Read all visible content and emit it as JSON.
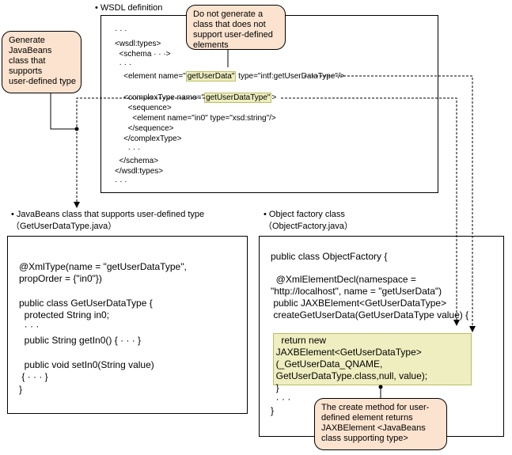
{
  "wsdl": {
    "heading": "• WSDL definition",
    "lines": [
      "· · ·",
      "<wsdl:types>",
      "  <schema · · ·>",
      "  · · ·",
      "    <element name=\"",
      "getUserData\"",
      " type=\"intf:getUserDataType\"/>",
      "",
      "    <complexType name=\"",
      "getUserDataType\"",
      ">",
      "      <sequence>",
      "        <element name=\"in0\" type=\"xsd:string\"/>",
      "      </sequence>",
      "    </complexType>",
      "      · · ·",
      "  </schema>",
      "</wsdl:types>",
      "· · ·"
    ]
  },
  "callouts": {
    "javabeans": [
      "Generate",
      "JavaBeans",
      "class that",
      "supports",
      "user-defined type"
    ],
    "no_generate": [
      "Do not generate a",
      "class that does not",
      "support user-defined",
      "elements"
    ],
    "create_method": [
      "The create method for user-",
      "defined element returns",
      "JAXBElement <JavaBeans",
      "class supporting type>"
    ]
  },
  "javabean": {
    "heading": "• JavaBeans class that supports user-defined type",
    "subheading": "（GetUserDataType.java）",
    "lines": [
      "@XmlType(name = \"getUserDataType\",",
      "propOrder = {\"in0\"})",
      "",
      "public class GetUserDataType {",
      "  protected String in0;",
      "  · · ·",
      "  public String getIn0() { · · · }",
      "",
      "  public void setIn0(String value)",
      " { · · · }",
      "}"
    ]
  },
  "factory": {
    "heading": "• Object factory class",
    "subheading": "（ObjectFactory.java）",
    "lines": [
      "public class ObjectFactory {",
      "",
      "  @XmlElementDecl(namespace =",
      "\"http://localhost\", name = \"getUserData\")",
      " public JAXBElement<GetUserDataType>",
      " createGetUserData(GetUserDataType value) {",
      "",
      "    return new",
      "  JAXBElement<GetUserDataType>",
      "  (_GetUserData_QNAME,",
      "  GetUserDataType.class,null, value);",
      "  }",
      "  · · ·",
      "}"
    ]
  },
  "colors": {
    "highlight": "#eeeec0",
    "callout": "#fbe3cf",
    "border": "#000000"
  }
}
